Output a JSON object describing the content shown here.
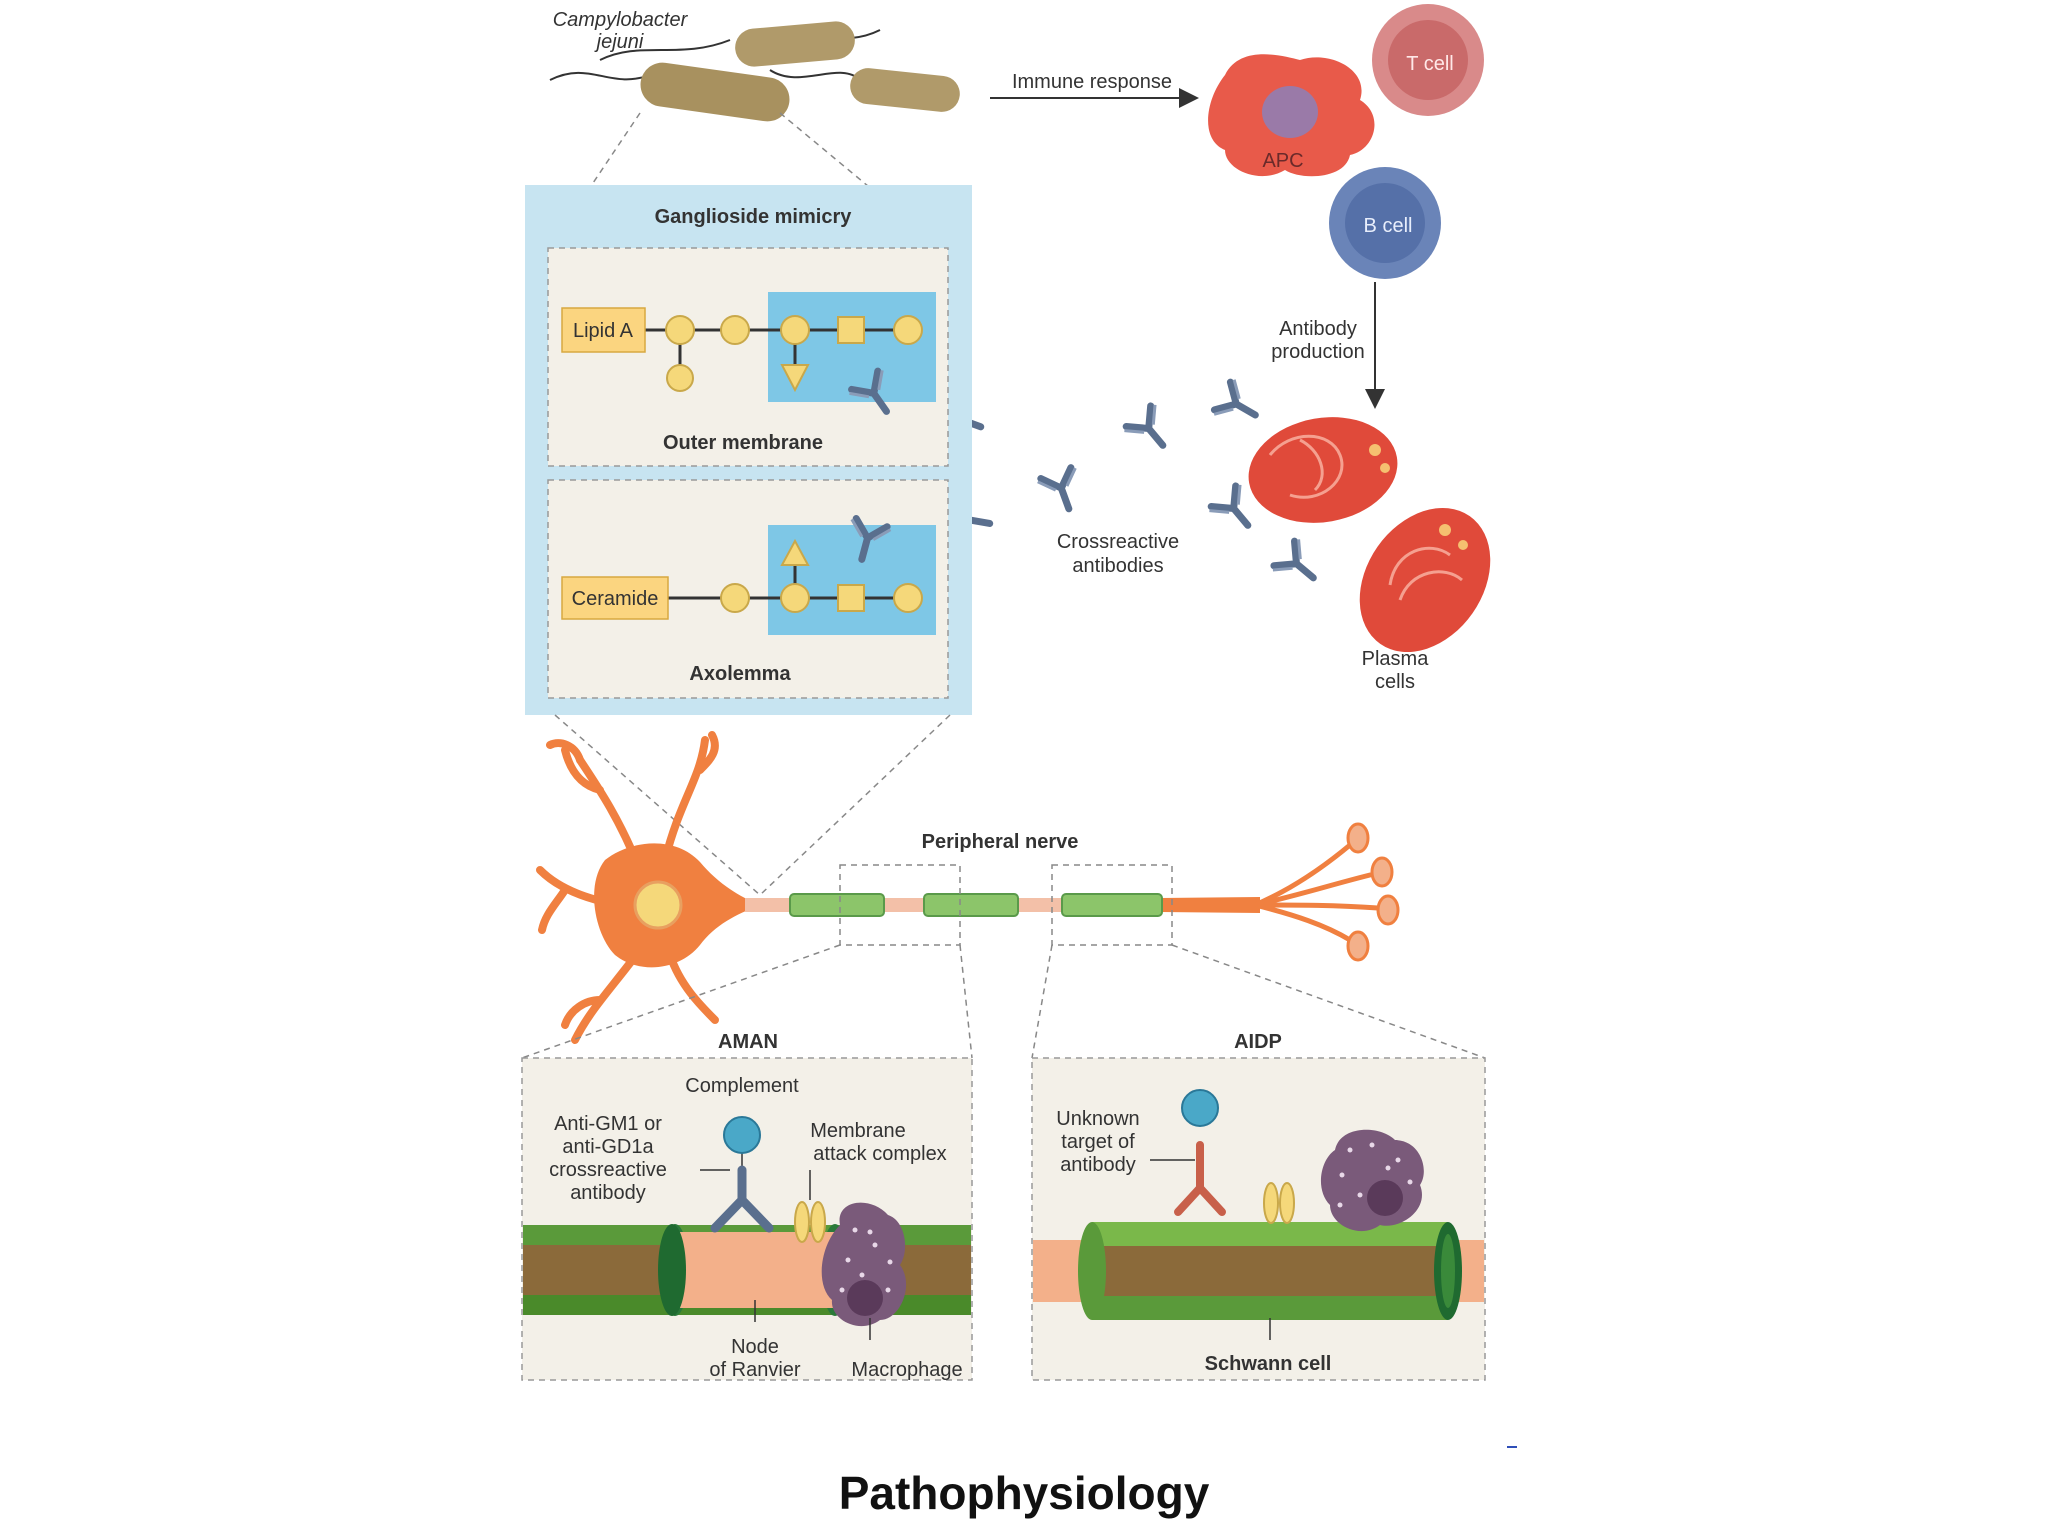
{
  "colors": {
    "panel_blue": "#c7e4f1",
    "inner_panel": "#f3f0e8",
    "highlight_blue": "#7ec7e6",
    "sugar_yellow": "#f5d87a",
    "box_orange": "#fbd580",
    "antibody": "#5a6f8e",
    "neuron_orange": "#f08040",
    "myelin_green": "#8cc56a",
    "apc_red": "#e85a4a",
    "t_cell": "#d98a8a",
    "b_cell": "#6a84b8",
    "plasma_red": "#e04a3a",
    "macrophage": "#7a5a7a",
    "complement_cyan": "#4aa8c8"
  },
  "labels": {
    "bacterium": [
      "Campylobacter",
      "jejuni"
    ],
    "immune_response": "Immune response",
    "apc": "APC",
    "t_cell": "T cell",
    "b_cell": "B cell",
    "antibody_production": [
      "Antibody",
      "production"
    ],
    "ganglioside_mimicry": "Ganglioside mimicry",
    "lipid_a": "Lipid A",
    "outer_membrane": "Outer membrane",
    "ceramide": "Ceramide",
    "axolemma": "Axolemma",
    "crossreactive_antibodies": [
      "Crossreactive",
      "antibodies"
    ],
    "plasma_cells": [
      "Plasma",
      "cells"
    ],
    "peripheral_nerve": "Peripheral nerve",
    "aman": "AMAN",
    "aidp": "AIDP",
    "complement": "Complement",
    "anti_gm1": [
      "Anti-GM1 or",
      "anti-GD1a",
      "crossreactive",
      "antibody"
    ],
    "membrane_attack_complex": [
      "Membrane",
      "attack complex"
    ],
    "node_of_ranvier": [
      "Node",
      "of Ranvier"
    ],
    "macrophage": "Macrophage",
    "unknown_target": [
      "Unknown",
      "target of",
      "antibody"
    ],
    "schwann_cell": "Schwann cell"
  },
  "caption": "Pathophysiology"
}
